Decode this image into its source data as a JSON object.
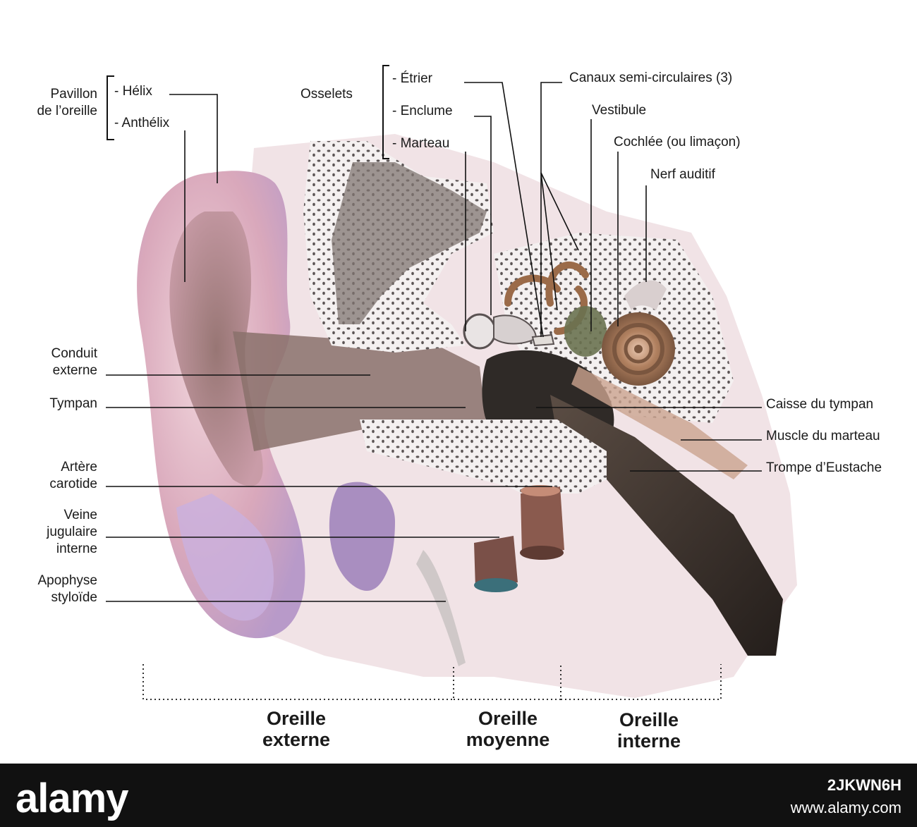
{
  "labels_left": {
    "pavillon": [
      "Pavillon",
      "de l’oreille"
    ],
    "helix": "- Hélix",
    "anthelix": "- Anthélix",
    "osselets": "Osselets",
    "conduit": [
      "Conduit",
      "externe"
    ],
    "tympan": "Tympan",
    "artere": [
      "Artère",
      "carotide"
    ],
    "veine": [
      "Veine",
      "jugulaire",
      "interne"
    ],
    "apophyse": [
      "Apophyse",
      "styloïde"
    ]
  },
  "labels_right": {
    "etrier": "- Étrier",
    "enclume": "- Enclume",
    "marteau": "- Marteau",
    "canaux": "Canaux semi-circulaires (3)",
    "vestibule": "Vestibule",
    "cochlee": "Cochlée (ou limaçon)",
    "nerf": "Nerf auditif",
    "caisse": "Caisse du tympan",
    "muscle": "Muscle du marteau",
    "trompe": "Trompe d’Eustache"
  },
  "zones": {
    "externe": [
      "Oreille",
      "externe"
    ],
    "moyenne": [
      "Oreille",
      "moyenne"
    ],
    "interne": [
      "Oreille",
      "interne"
    ]
  },
  "footer": {
    "logo": "alamy",
    "image_id": "2JKWN6H",
    "url": "www.alamy.com"
  },
  "colors": {
    "skin": "#e6b8c4",
    "bone": "#f3eeee",
    "cavity": "#2f2a27",
    "tube": "#3f3630",
    "cochlea": "#b07a5a",
    "vein": "#7a5048",
    "leader_line": "#111111"
  }
}
